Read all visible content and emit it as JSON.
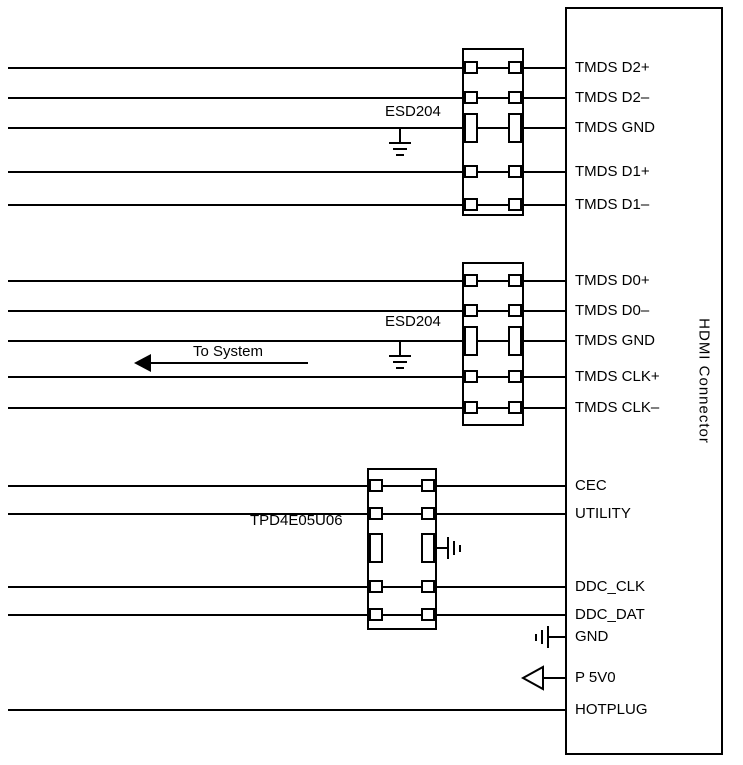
{
  "connector": {
    "title": "HDMI Connector",
    "pins": [
      {
        "label": "TMDS D2+"
      },
      {
        "label": "TMDS D2–"
      },
      {
        "label": "TMDS GND"
      },
      {
        "label": "TMDS D1+"
      },
      {
        "label": "TMDS D1–"
      },
      {
        "label": "TMDS D0+"
      },
      {
        "label": "TMDS D0–"
      },
      {
        "label": "TMDS GND"
      },
      {
        "label": "TMDS CLK+"
      },
      {
        "label": "TMDS CLK–"
      },
      {
        "label": "CEC"
      },
      {
        "label": "UTILITY"
      },
      {
        "label": "DDC_CLK"
      },
      {
        "label": "DDC_DAT"
      },
      {
        "label": "GND"
      },
      {
        "label": "P 5V0"
      },
      {
        "label": "HOTPLUG"
      }
    ]
  },
  "ics": [
    {
      "label": "ESD204"
    },
    {
      "label": "ESD204"
    },
    {
      "label": "TPD4E05U06"
    }
  ],
  "annotations": {
    "to_system": "To System"
  },
  "colors": {
    "line": "#000000",
    "background": "#ffffff"
  }
}
